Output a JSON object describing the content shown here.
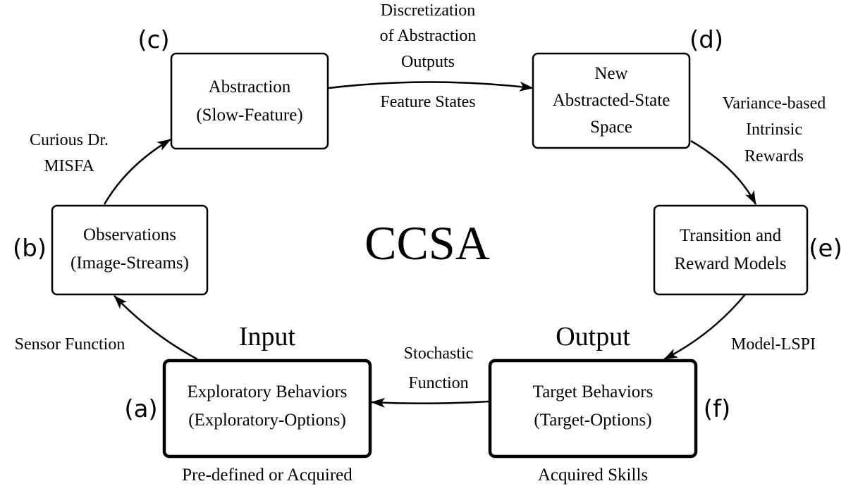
{
  "title": "CCSA",
  "input_label": "Input",
  "output_label": "Output",
  "nodes": {
    "a": {
      "letter": "(a)",
      "line1": "Exploratory Behaviors",
      "line2": "(Exploratory-Options)",
      "caption": "Pre-defined or Acquired"
    },
    "b": {
      "letter": "(b)",
      "line1": "Observations",
      "line2": "(Image-Streams)"
    },
    "c": {
      "letter": "(c)",
      "line1": "Abstraction",
      "line2": "(Slow-Feature)"
    },
    "d": {
      "letter": "(d)",
      "line1": "New",
      "line2": "Abstracted-State",
      "line3": "Space"
    },
    "e": {
      "letter": "(e)",
      "line1": "Transition and",
      "line2": "Reward Models"
    },
    "f": {
      "letter": "(f)",
      "line1": "Target Behaviors",
      "line2": "(Target-Options)",
      "caption": "Acquired Skills"
    }
  },
  "edges": {
    "a_to_b": {
      "label": "Sensor Function"
    },
    "b_to_c": {
      "line1": "Curious Dr.",
      "line2": "MISFA"
    },
    "c_to_d": {
      "above1": "Discretization",
      "above2": "of Abstraction",
      "above3": "Outputs",
      "below": "Feature States"
    },
    "d_to_e": {
      "line1": "Variance-based",
      "line2": "Intrinsic",
      "line3": "Rewards"
    },
    "e_to_f": {
      "label": "Model-LSPI"
    },
    "f_to_a": {
      "line1": "Stochastic",
      "line2": "Function"
    }
  }
}
